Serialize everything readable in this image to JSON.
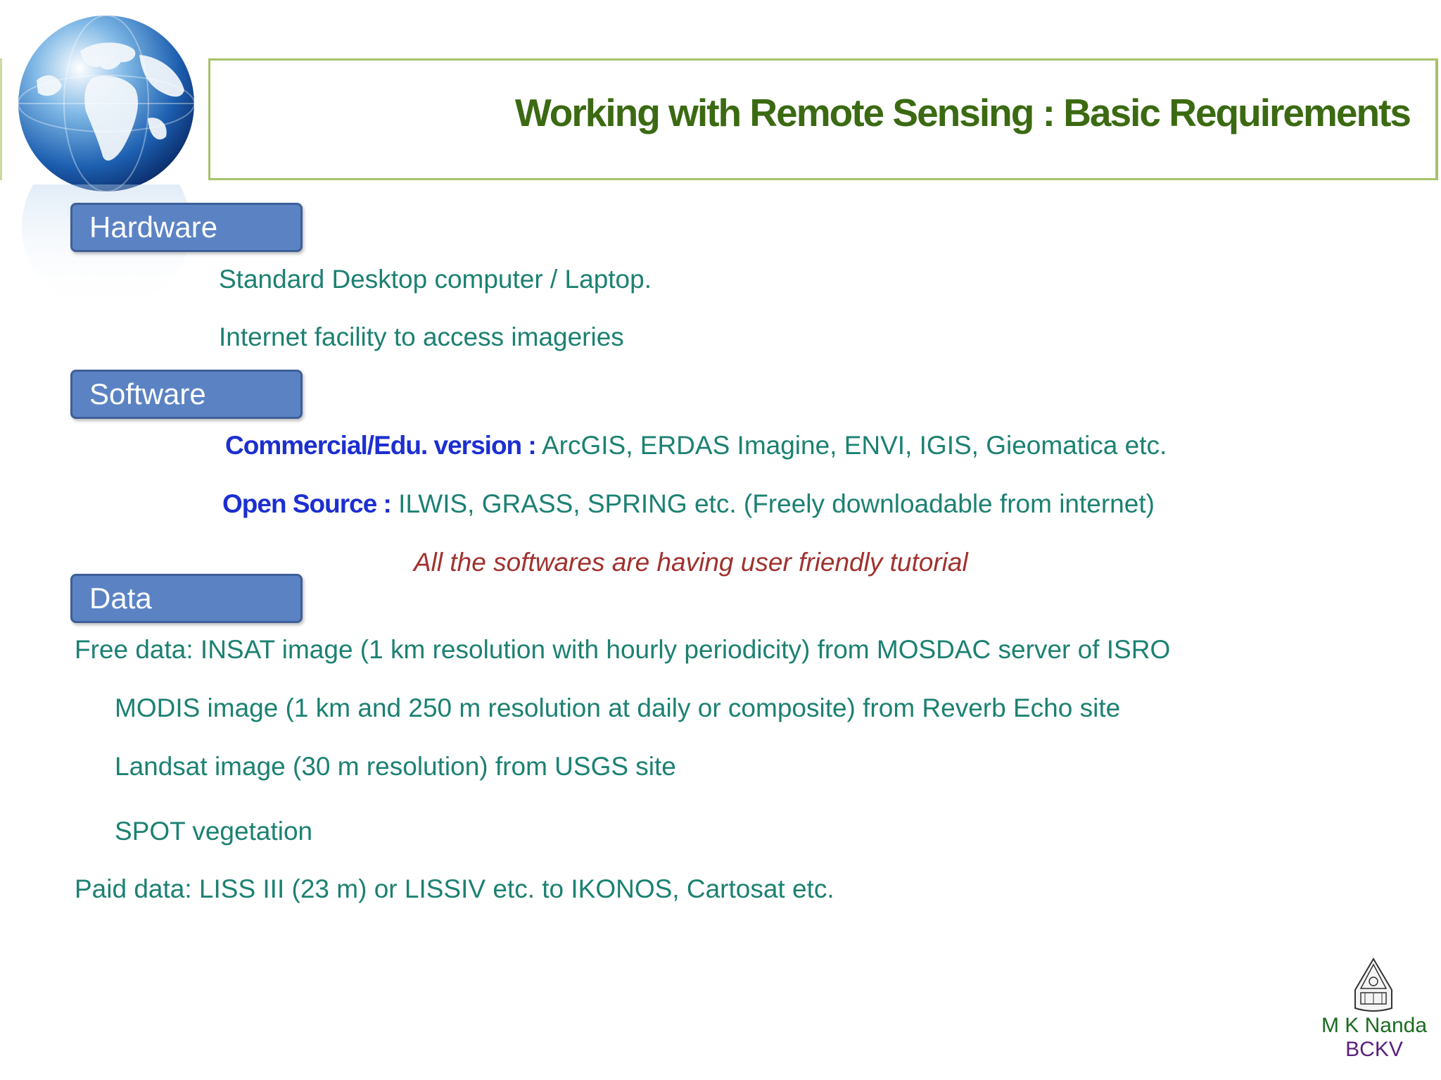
{
  "title": "Working with Remote Sensing : Basic Requirements",
  "sections": {
    "hardware": {
      "label": "Hardware",
      "items": [
        "Standard Desktop computer / Laptop.",
        "Internet facility to access imageries"
      ]
    },
    "software": {
      "label": "Software",
      "commercial_label": "Commercial/Edu. version :",
      "commercial_text": " ArcGIS, ERDAS Imagine, ENVI, IGIS, Gieomatica etc.",
      "open_label": "Open Source :",
      "open_text": " ILWIS, GRASS, SPRING etc. (Freely downloadable from internet)",
      "note": "All the softwares are having user friendly  tutorial"
    },
    "data": {
      "label": "Data",
      "free": "Free data: INSAT image (1 km resolution with hourly periodicity) from MOSDAC server of ISRO",
      "modis": "MODIS image (1 km and 250 m resolution at daily or composite) from Reverb Echo site",
      "landsat": "Landsat image (30 m resolution) from USGS site",
      "spot": "SPOT vegetation",
      "paid": "Paid data: LISS III (23 m) or LISSIV etc. to IKONOS, Cartosat etc."
    }
  },
  "footer": {
    "author": "M K Nanda",
    "institution": "BCKV"
  },
  "colors": {
    "title": "#3b6a12",
    "body_text": "#1c8172",
    "label": "#1c2fd0",
    "note": "#a0322e",
    "pill": "#5b83c4",
    "banner_border": "#a7c26a"
  }
}
